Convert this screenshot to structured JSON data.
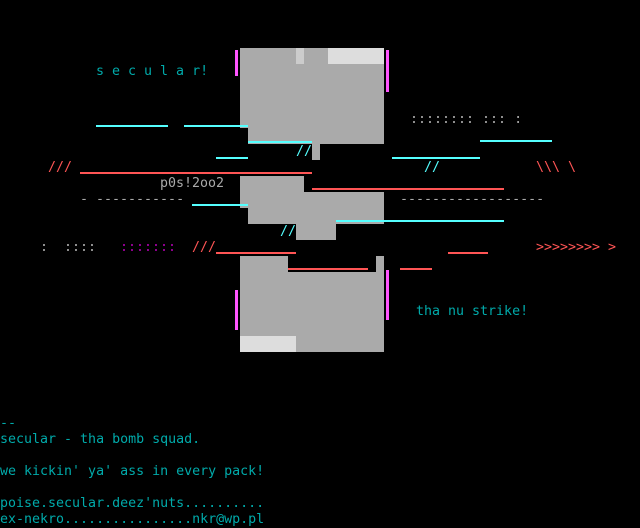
{
  "art": {
    "title": "s e c u l a r!",
    "year_tag": "p0s!2oo2",
    "slogan": "tha nu strike!",
    "dots_top_right": ":::::::: ::: :",
    "dots_left_gray": ":  ::::",
    "dots_left_magenta": ":::::::",
    "arrows": ">>>>>>>> >",
    "dash_left": "- -----------",
    "dash_right": "------------------",
    "slashes": "///",
    "slashes2": "//",
    "back_slashes": "\\\\\\ \\"
  },
  "footer": {
    "separator": "--",
    "line1": "secular - tha bomb squad.",
    "line2": "we kickin' ya' ass in every pack!",
    "line3": "poise.secular.deez'nuts..........",
    "line4": "ex-nekro................nkr@wp.pl"
  },
  "colors": {
    "cyan": "#00aaaa",
    "light_cyan": "#55ffff",
    "gray": "#aaaaaa",
    "magenta": "#aa00aa",
    "pink": "#ff55ff",
    "red": "#ff5555"
  }
}
